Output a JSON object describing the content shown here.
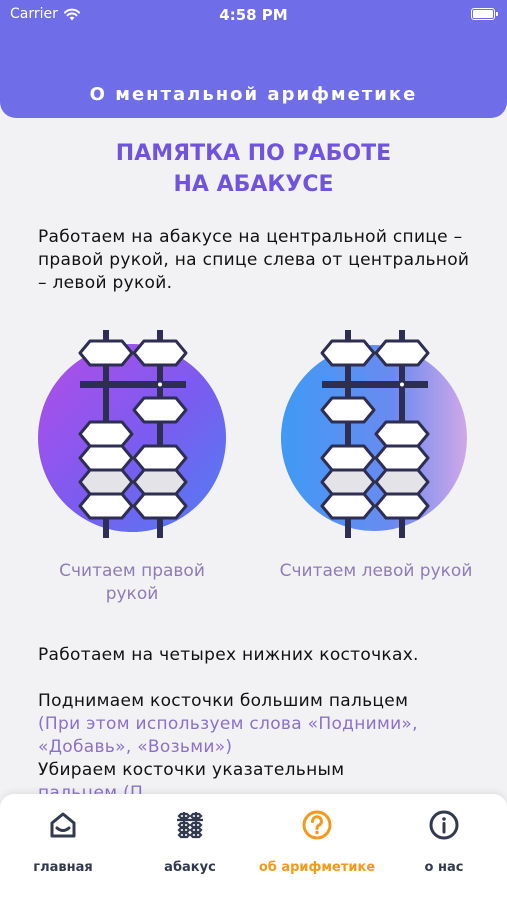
{
  "status_bar": {
    "carrier": "Carrier",
    "time": "4:58 PM"
  },
  "header": {
    "title": "О ментальной арифметике"
  },
  "memo": {
    "title_line1": "ПАМЯТКА ПО РАБОТЕ",
    "title_line2": "НА АБАКУСЕ",
    "intro": "Работаем на абакусе на центральной спице – правой рукой, на спице слева от центральной – левой рукой.",
    "right_caption": "Считаем правой рукой",
    "left_caption": "Считаем левой рукой",
    "four_beads": "Работаем на четырех нижних косточках.",
    "raise": "Поднимаем косточки большим пальцем",
    "raise_note": "(При этом используем слова «Подними», «Добавь», «Возьми»)",
    "remove": "Убираем косточки указательным",
    "remove_partial": "пальцем (П"
  },
  "colors": {
    "header_bg": "#6f6ee8",
    "accent": "#7054e0",
    "active_tab": "#f39a1d",
    "muted_text": "#8a71c9"
  },
  "tabbar": {
    "items": [
      {
        "label": "главная",
        "icon": "home-icon"
      },
      {
        "label": "абакус",
        "icon": "abacus-icon"
      },
      {
        "label": "об арифметике",
        "icon": "question-circle-icon"
      },
      {
        "label": "о нас",
        "icon": "info-circle-icon"
      }
    ],
    "active_index": 2
  }
}
